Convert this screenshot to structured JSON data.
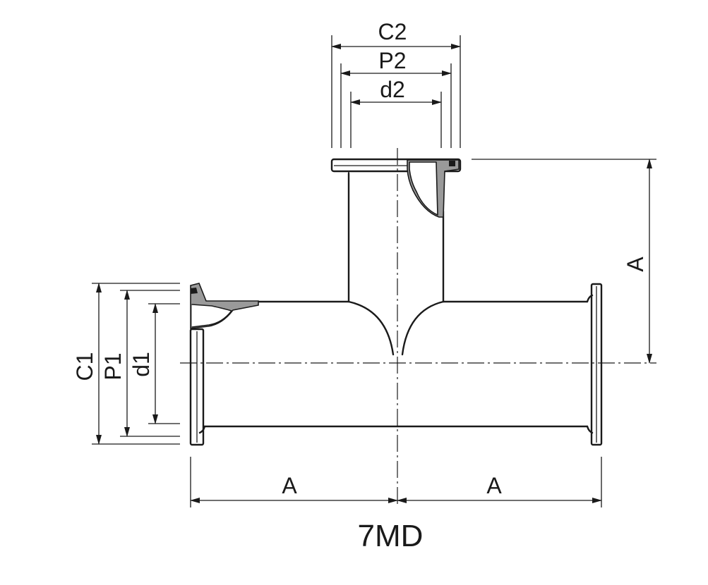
{
  "figure": {
    "model_code": "7MD"
  },
  "dimensions": {
    "top_outer": "C2",
    "top_pitch": "P2",
    "top_inner": "d2",
    "side_outer": "C1",
    "side_pitch": "P1",
    "side_inner": "d1",
    "height_branch": "A",
    "length_left": "A",
    "length_right": "A"
  }
}
